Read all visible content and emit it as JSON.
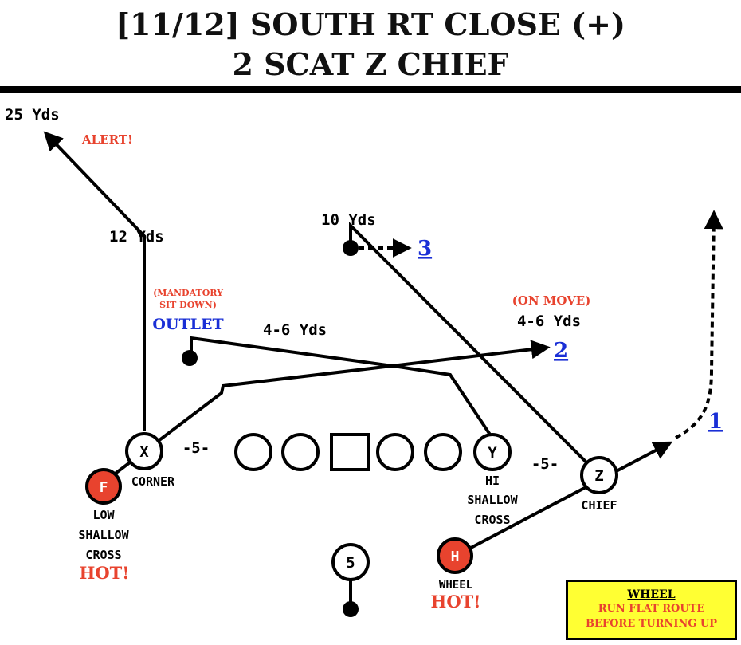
{
  "title": {
    "line1": "[11/12] SOUTH RT CLOSE (+)",
    "line2": "2 SCAT Z CHIEF"
  },
  "labels": {
    "yds_25": "25 Yds",
    "alert": "ALERT!",
    "yds_12": "12 Yds",
    "yds_10": "10 Yds",
    "read_3": "3",
    "mandatory_1": "(MANDATORY",
    "mandatory_2": "SIT DOWN)",
    "outlet": "OUTLET",
    "yds_4_6_mid": "4-6 Yds",
    "on_move": "(ON MOVE)",
    "yds_4_6_right": "4-6 Yds",
    "read_2": "2",
    "read_1": "1",
    "split_left": "-5-",
    "split_right": "-5-",
    "corner": "CORNER",
    "low_1": "LOW",
    "low_2": "SHALLOW",
    "low_3": "CROSS",
    "hot_left": "HOT!",
    "hi_1": "HI",
    "hi_2": "SHALLOW",
    "hi_3": "CROSS",
    "chief": "CHIEF",
    "wheel": "WHEEL",
    "hot_right": "HOT!"
  },
  "players": {
    "x": "X",
    "y": "Y",
    "z": "Z",
    "f": "F",
    "h": "H",
    "qb": "5"
  },
  "note": {
    "heading": "WHEEL",
    "line1": "RUN FLAT ROUTE",
    "line2": "BEFORE TURNING UP"
  },
  "colors": {
    "hot_red": "#e8432e",
    "read_blue": "#1a2fd6",
    "note_yellow": "#ffff33"
  }
}
